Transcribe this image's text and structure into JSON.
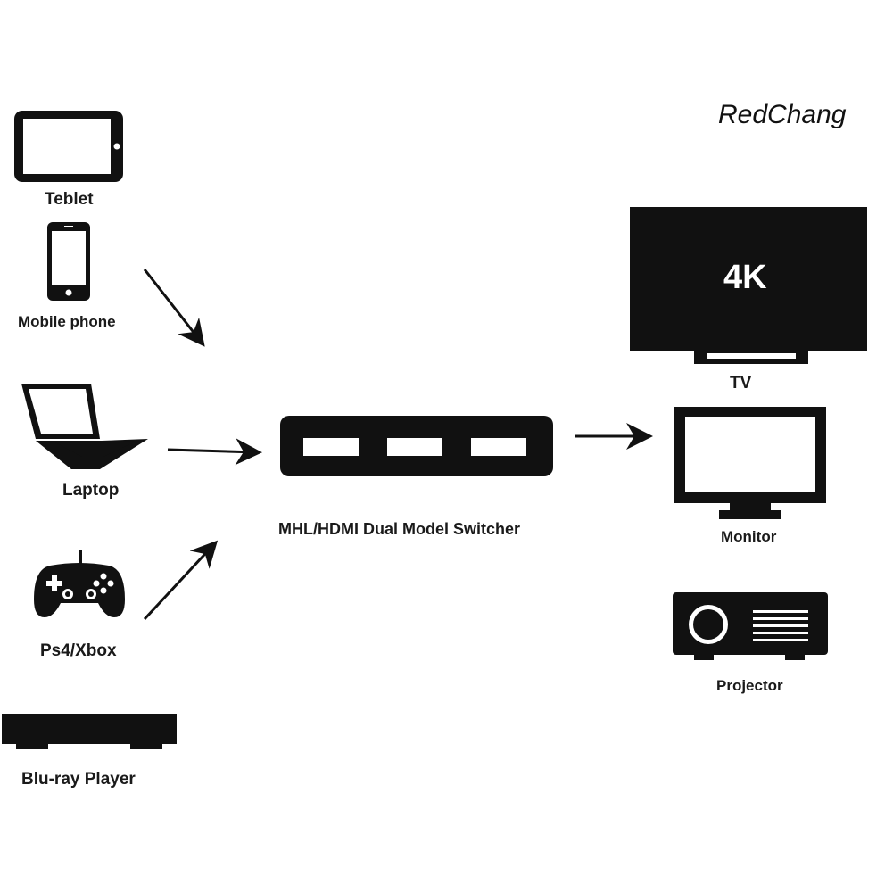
{
  "brand": {
    "name": "RedChang"
  },
  "sources": [
    {
      "label": "Teblet",
      "icon": "tablet-icon"
    },
    {
      "label": "Mobile phone",
      "icon": "mobile-phone-icon"
    },
    {
      "label": "Laptop",
      "icon": "laptop-icon"
    },
    {
      "label": "Ps4/Xbox",
      "icon": "gamepad-icon"
    },
    {
      "label": "Blu-ray Player",
      "icon": "bluray-player-icon"
    }
  ],
  "switcher": {
    "label": "MHL/HDMI Dual Model Switcher",
    "icon": "switcher-icon"
  },
  "outputs": [
    {
      "label": "TV",
      "screen_text": "4K",
      "icon": "tv-icon"
    },
    {
      "label": "Monitor",
      "icon": "monitor-icon"
    },
    {
      "label": "Projector",
      "icon": "projector-icon"
    }
  ],
  "colors": {
    "ink": "#111111",
    "background": "#ffffff"
  }
}
